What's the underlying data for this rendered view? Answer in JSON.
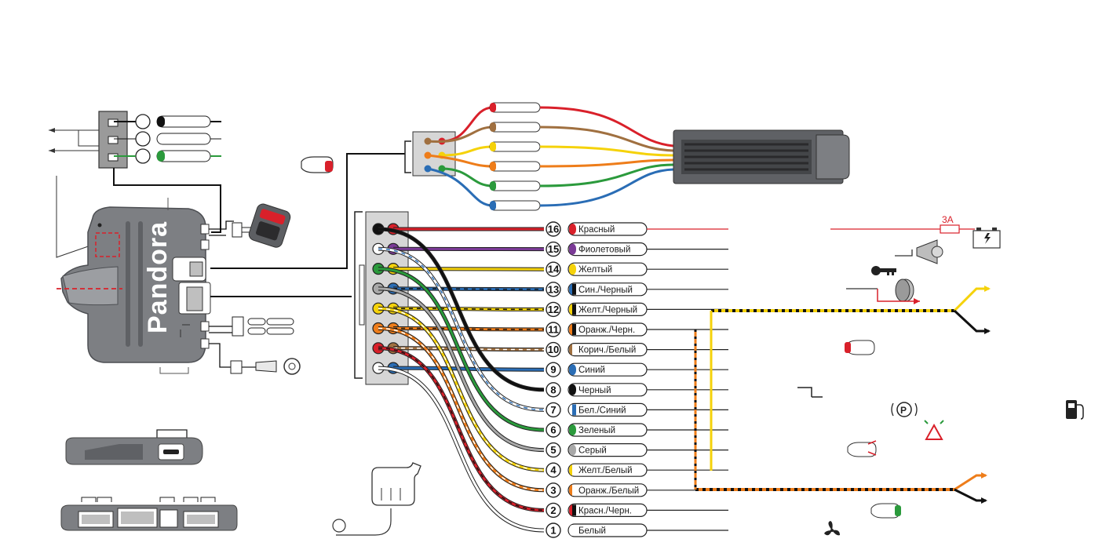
{
  "brand": "Pandora",
  "fuse_label": "3A",
  "wires": [
    {
      "pin": "16",
      "label": "Красный",
      "color": "#d9202a",
      "stripe": null
    },
    {
      "pin": "15",
      "label": "Фиолетовый",
      "color": "#7b3a96",
      "stripe": null
    },
    {
      "pin": "14",
      "label": "Желтый",
      "color": "#f5d20a",
      "stripe": null
    },
    {
      "pin": "13",
      "label": "Син./Черный",
      "color": "#2a6db5",
      "stripe": "#111111"
    },
    {
      "pin": "12",
      "label": "Желт./Черный",
      "color": "#f5d20a",
      "stripe": "#111111"
    },
    {
      "pin": "11",
      "label": "Оранж./Черн.",
      "color": "#ee7d1a",
      "stripe": "#111111"
    },
    {
      "pin": "10",
      "label": "Корич./Белый",
      "color": "#a07040",
      "stripe": "#ffffff"
    },
    {
      "pin": "9",
      "label": "Синий",
      "color": "#2a6db5",
      "stripe": null
    },
    {
      "pin": "8",
      "label": "Черный",
      "color": "#111111",
      "stripe": null
    },
    {
      "pin": "7",
      "label": "Бел./Синий",
      "color": "#ffffff",
      "stripe": "#2a6db5"
    },
    {
      "pin": "6",
      "label": "Зеленый",
      "color": "#2b9a3c",
      "stripe": null
    },
    {
      "pin": "5",
      "label": "Серый",
      "color": "#a8a8a8",
      "stripe": null
    },
    {
      "pin": "4",
      "label": "Желт./Белый",
      "color": "#f5d20a",
      "stripe": "#ffffff"
    },
    {
      "pin": "3",
      "label": "Оранж./Белый",
      "color": "#ee7d1a",
      "stripe": "#ffffff"
    },
    {
      "pin": "2",
      "label": "Красн./Черн.",
      "color": "#d9202a",
      "stripe": "#111111"
    },
    {
      "pin": "1",
      "label": "Белый",
      "color": "#ffffff",
      "stripe": null
    }
  ],
  "colors": {
    "red": "#d9202a",
    "brown": "#a07040",
    "yellow": "#f5d20a",
    "orange": "#ee7d1a",
    "green": "#2b9a3c",
    "blue": "#2a6db5",
    "unit_body": "#7d7f83",
    "unit_dark": "#5f6165"
  },
  "icons": [
    "car-light-icon",
    "security-tag-icon",
    "battery-icon",
    "siren-icon",
    "key-icon",
    "speaker-icon",
    "door-switch-icon",
    "parking-icon",
    "hazard-icon",
    "fuel-icon",
    "fan-icon",
    "usb-port-icon",
    "sensor-icon",
    "ring-terminal-icon"
  ]
}
